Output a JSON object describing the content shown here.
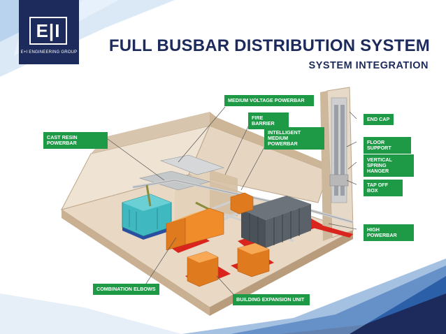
{
  "header": {
    "title": "FULL BUSBAR DISTRIBUTION SYSTEM",
    "subtitle": "SYSTEM INTEGRATION"
  },
  "logo": {
    "mark": "E|I",
    "company": "E+I ENGINEERING GROUP"
  },
  "labels": {
    "medium_voltage": "MEDIUM VOLTAGE POWERBAR",
    "fire_barrier": "FIRE BARRIER",
    "intelligent_medium": "INTELLIGENT MEDIUM\nPOWERBAR",
    "cast_resin": "CAST RESIN POWERBAR",
    "end_cap": "END CAP",
    "floor_support": "FLOOR SUPPORT",
    "vertical_spring": "VERTICAL SPRING\nHANGER",
    "tap_off": "TAP OFF BOX",
    "high_powerbar": "HIGH POWERBAR",
    "combination_elbows": "COMBINATION ELBOWS",
    "building_expansion": "BUILDING EXPANSION UNIT"
  },
  "colors": {
    "navy": "#1d2a5c",
    "label_green": "#1e9a47",
    "accent_blue": "#2b5fa8",
    "floor_red": "#d9251d",
    "equipment_orange": "#e07a1f",
    "transformer_teal": "#3fb8c0"
  }
}
